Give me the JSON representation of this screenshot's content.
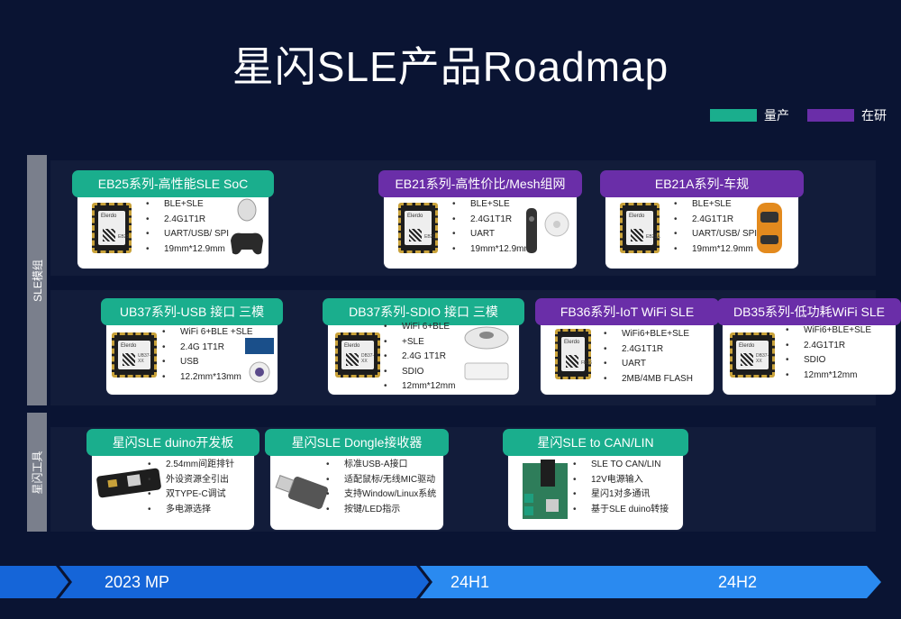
{
  "title": "星闪SLE产品Roadmap",
  "legend": [
    {
      "label": "量产",
      "color": "#1aae8d"
    },
    {
      "label": "在研",
      "color": "#6a2ea8"
    }
  ],
  "sections": {
    "modules": "SLE模组",
    "tools": "星闪工具"
  },
  "cards": {
    "eb25": {
      "title": "EB25系列-高性能SLE SoC",
      "specs": [
        "BLE+SLE",
        "2.4G1T1R",
        "UART/USB/ SPI",
        "19mm*12.9mm"
      ]
    },
    "eb21": {
      "title": "EB21系列-高性价比/Mesh组网",
      "specs": [
        "BLE+SLE",
        "2.4G1T1R",
        "UART",
        "19mm*12.9mm"
      ]
    },
    "eb21a": {
      "title": "EB21A系列-车规",
      "specs": [
        "BLE+SLE",
        "2.4G1T1R",
        "UART/USB/ SPI",
        "19mm*12.9mm"
      ]
    },
    "ub37": {
      "title": "UB37系列-USB 接口 三模",
      "specs": [
        "WiFi 6+BLE +SLE",
        "2.4G 1T1R",
        "USB",
        "12.2mm*13mm"
      ]
    },
    "db37": {
      "title": "DB37系列-SDIO 接口 三模",
      "specs": [
        "WiFi 6+BLE",
        "+SLE",
        "2.4G 1T1R",
        "SDIO",
        "12mm*12mm"
      ]
    },
    "fb36": {
      "title": "FB36系列-IoT WiFi SLE",
      "specs": [
        "WiFi6+BLE+SLE",
        "2.4G1T1R",
        "UART",
        "2MB/4MB FLASH"
      ]
    },
    "db35": {
      "title": "DB35系列-低功耗WiFi SLE",
      "specs": [
        "WiFi6+BLE+SLE",
        "2.4G1T1R",
        "SDIO",
        "12mm*12mm"
      ]
    },
    "duino": {
      "title": "星闪SLE duino开发板",
      "specs": [
        "2.54mm间距排针",
        "外设资源全引出",
        "双TYPE-C调试",
        "多电源选择"
      ]
    },
    "dongle": {
      "title": "星闪SLE Dongle接收器",
      "specs": [
        "标准USB-A接口",
        "适配鼠标/无线MIC驱动",
        "支持Window/Linux系统",
        "按键/LED指示"
      ]
    },
    "can": {
      "title": "星闪SLE to CAN/LIN",
      "specs": [
        "SLE TO CAN/LIN",
        "12V电源输入",
        "星闪1对多通讯",
        "基于SLE duino转接"
      ]
    }
  },
  "chip": {
    "brand": "Elerdo",
    "models": [
      "EB25",
      "EB21",
      "EB21A",
      "UB37-XX",
      "DB37-XX",
      "FB36",
      "DB37-XX"
    ]
  },
  "timeline": [
    "2023 MP",
    "24H1",
    "24H2"
  ],
  "colors": {
    "mass_production": "#1aae8d",
    "in_development": "#6a2ea8",
    "timeline_dark": "#1565d8",
    "timeline_light": "#2a8af0"
  }
}
